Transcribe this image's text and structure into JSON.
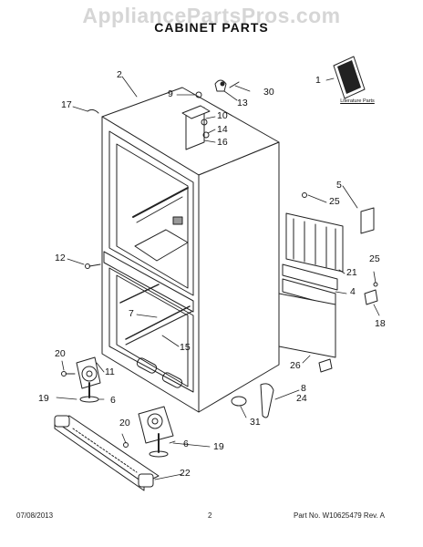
{
  "watermark": "AppliancePartsPros.com",
  "title": "CABINET PARTS",
  "literature_label": "Literature Parts",
  "callouts": {
    "c1": "1",
    "c2": "2",
    "c4": "4",
    "c5": "5",
    "c6a": "6",
    "c6b": "6",
    "c7": "7",
    "c8": "8",
    "c9": "9",
    "c10": "10",
    "c11": "11",
    "c12": "12",
    "c13": "13",
    "c14": "14",
    "c15": "15",
    "c16": "16",
    "c17": "17",
    "c18": "18",
    "c19a": "19",
    "c19b": "19",
    "c20a": "20",
    "c20b": "20",
    "c21": "21",
    "c22": "22",
    "c24": "24",
    "c25a": "25",
    "c25b": "25",
    "c26": "26",
    "c30": "30",
    "c31": "31"
  },
  "footer": {
    "date": "07/08/2013",
    "page": "2",
    "part_no": "Part No.  W10625479  Rev. A"
  }
}
